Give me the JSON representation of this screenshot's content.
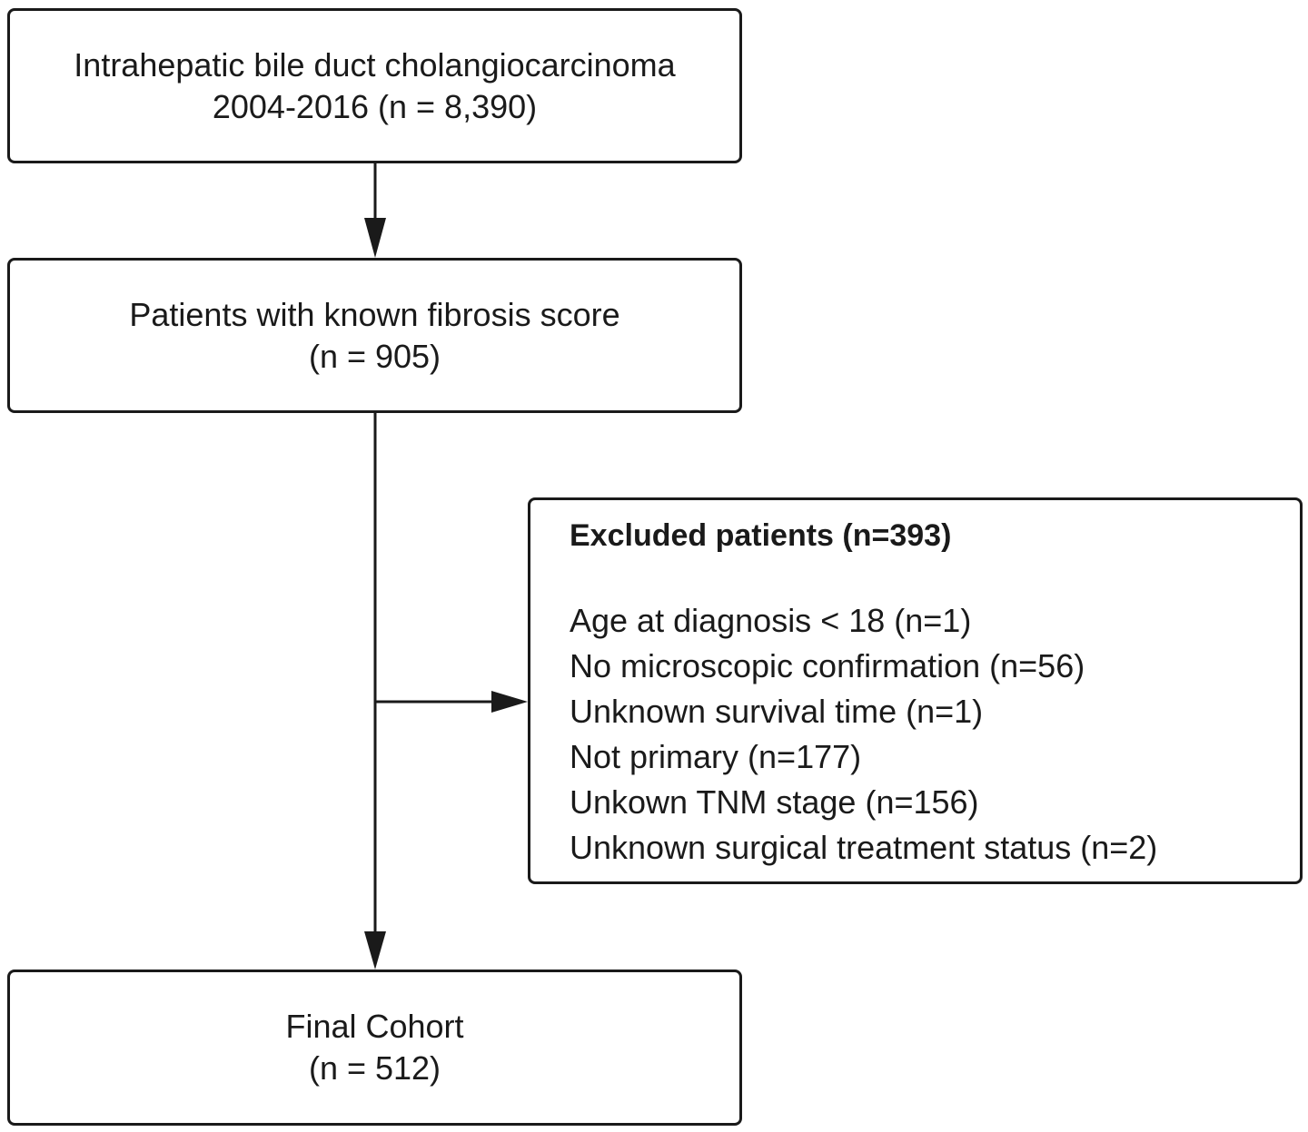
{
  "boxes": {
    "source": {
      "line1": "Intrahepatic bile duct cholangiocarcinoma",
      "line2": "2004-2016 (n = 8,390)"
    },
    "fibrosis": {
      "line1": "Patients with known fibrosis score",
      "line2": "(n = 905)"
    },
    "excluded": {
      "title": "Excluded patients (n=393)",
      "items": [
        "Age at diagnosis < 18 (n=1)",
        "No microscopic confirmation (n=56)",
        "Unknown survival time (n=1)",
        "Not primary (n=177)",
        "Unkown TNM stage (n=156)",
        "Unknown surgical treatment status (n=2)"
      ]
    },
    "final": {
      "line1": "Final Cohort",
      "line2": "(n = 512)"
    }
  },
  "colors": {
    "stroke": "#1a1a1a",
    "background": "#ffffff"
  }
}
